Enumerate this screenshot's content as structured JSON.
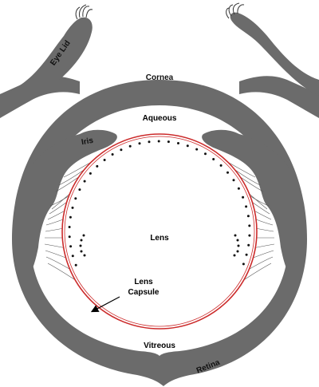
{
  "labels": {
    "eyelid": "Eye Lid",
    "cornea": "Cornea",
    "aqueous": "Aqueous",
    "iris": "Iris",
    "lens": "Lens",
    "lens_capsule_line1": "Lens",
    "lens_capsule_line2": "Capsule",
    "vitreous": "Vitreous",
    "retina": "Retina"
  },
  "colors": {
    "tissue": "#6b6b6b",
    "capsule": "#cc2b2b",
    "background": "#ffffff",
    "zonule_lines": "#555555",
    "dots": "#111111"
  },
  "icons": {
    "capsule_pointer": "arrow-icon"
  }
}
